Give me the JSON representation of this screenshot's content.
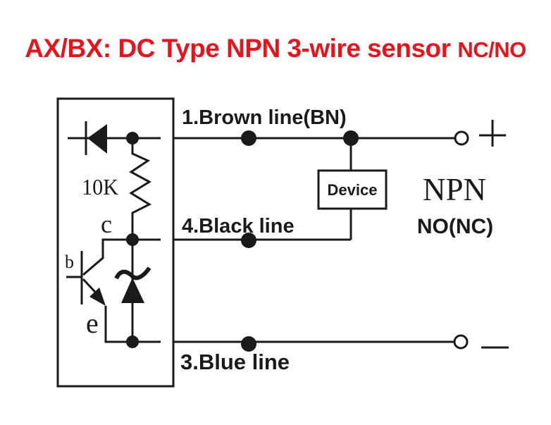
{
  "title": {
    "main": "AX/BX: DC Type NPN 3-wire sensor ",
    "suffix": "NC/NO",
    "color": "#e8141c"
  },
  "sensor_internals": {
    "resistor_label": "10K",
    "collector_label": "c",
    "base_label": "b",
    "emitter_label": "e"
  },
  "wires": [
    {
      "label": "1.Brown line(BN)",
      "terminal": "+"
    },
    {
      "label": "4.Black line"
    },
    {
      "label": "3.Blue line",
      "terminal": "—"
    }
  ],
  "load": {
    "label": "Device"
  },
  "type_label": "NPN",
  "mode_label": "NO(NC)"
}
